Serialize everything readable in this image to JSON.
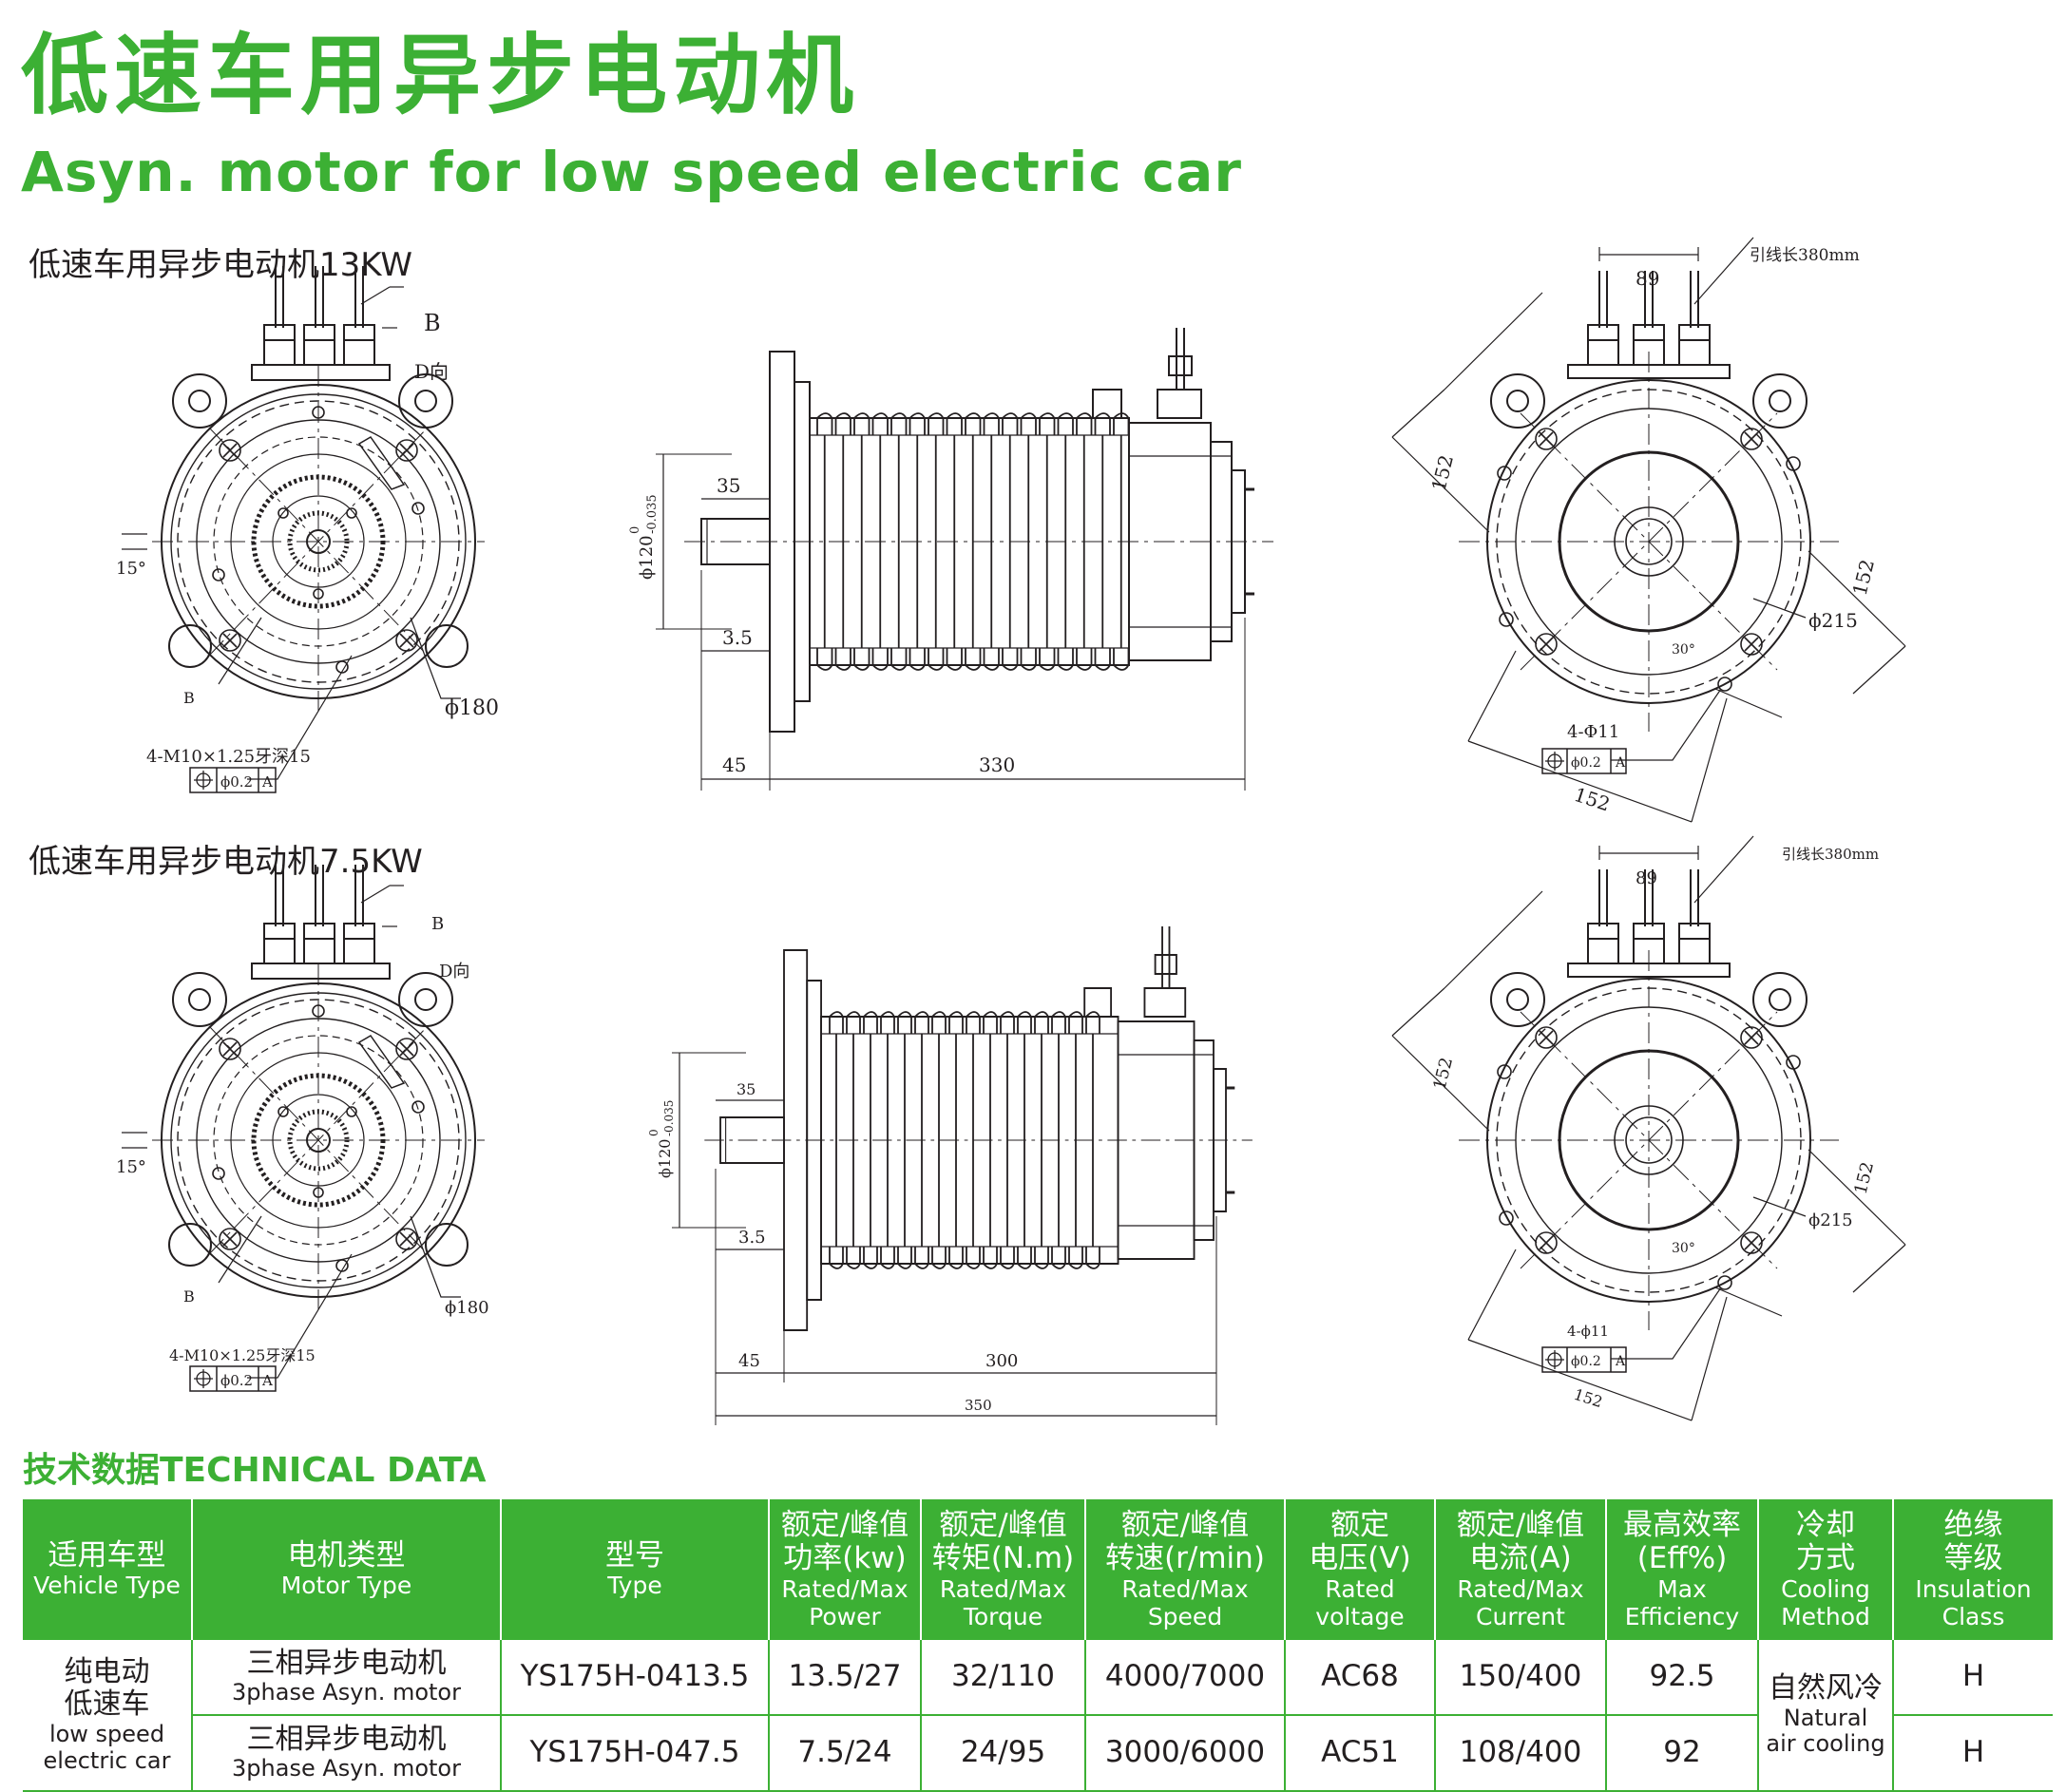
{
  "header": {
    "title_cn": "低速车用异步电动机",
    "title_en": "Asyn. motor for low speed electric car"
  },
  "drawings": {
    "section_13kw": {
      "label": "低速车用异步电动机13KW",
      "front_view": {
        "b_top": "B",
        "b_bottom": "B",
        "d_dir": "D向",
        "angle": "15°",
        "phi": "ϕ180",
        "thread": "4-M10×1.25牙深15",
        "tol_val": "ϕ0.2",
        "tol_ref": "A"
      },
      "side_view": {
        "shaft_len": "35",
        "step": "3.5",
        "dia": "ϕ120",
        "dia_tol_upper": "0",
        "dia_tol_lower": "-0.035",
        "len_shaft": "45",
        "len_body": "330"
      },
      "rear_view": {
        "w89": "89",
        "lead": "引线长380mm",
        "d152a": "152",
        "d152b": "152",
        "d152c": "152",
        "phi215": "ϕ215",
        "angle": "30°",
        "holes": "4-Φ11",
        "tol_val": "ϕ0.2",
        "tol_ref": "A"
      }
    },
    "section_7_5kw": {
      "label": "低速车用异步电动机7.5KW",
      "front_view": {
        "b_top": "B",
        "b_bottom": "B",
        "d_dir": "D向",
        "angle": "15°",
        "phi": "ϕ180",
        "thread": "4-M10×1.25牙深15",
        "tol_val": "ϕ0.2",
        "tol_ref": "A"
      },
      "side_view": {
        "shaft_len": "35",
        "step": "3.5",
        "dia": "ϕ120",
        "dia_tol_upper": "0",
        "dia_tol_lower": "-0.035",
        "len_shaft": "45",
        "len_body": "300",
        "len_total": "350"
      },
      "rear_view": {
        "w89": "89",
        "lead": "引线长380mm",
        "d152a": "152",
        "d152b": "152",
        "d152c": "152",
        "phi215": "ϕ215",
        "angle": "30°",
        "holes": "4-ϕ11",
        "tol_val": "ϕ0.2",
        "tol_ref": "A"
      }
    }
  },
  "tech": {
    "title": "技术数据TECHNICAL DATA",
    "headers": [
      {
        "cn": "适用车型",
        "en": "Vehicle Type"
      },
      {
        "cn": "电机类型",
        "en": "Motor Type"
      },
      {
        "cn": "型号",
        "en": "Type"
      },
      {
        "cn1": "额定/峰值",
        "cn2": "功率(kw)",
        "en1": "Rated/Max",
        "en2": "Power"
      },
      {
        "cn1": "额定/峰值",
        "cn2": "转矩(N.m)",
        "en1": "Rated/Max",
        "en2": "Torque"
      },
      {
        "cn1": "额定/峰值",
        "cn2": "转速(r/min)",
        "en1": "Rated/Max",
        "en2": "Speed"
      },
      {
        "cn1": "额定",
        "cn2": "电压(V)",
        "en1": "Rated",
        "en2": "voltage"
      },
      {
        "cn1": "额定/峰值",
        "cn2": "电流(A)",
        "en1": "Rated/Max",
        "en2": "Current"
      },
      {
        "cn1": "最高效率",
        "cn2": "(Eff%)",
        "en1": "Max",
        "en2": "Efficiency"
      },
      {
        "cn1": "冷却",
        "cn2": "方式",
        "en1": "Cooling",
        "en2": "Method"
      },
      {
        "cn1": "绝缘",
        "cn2": "等级",
        "en1": "Insulation",
        "en2": "Class"
      }
    ],
    "vehicle": {
      "cn1": "纯电动",
      "cn2": "低速车",
      "en1": "low speed",
      "en2": "electric car"
    },
    "cooling": {
      "cn": "自然风冷",
      "en1": "Natural",
      "en2": "air cooling"
    },
    "rows": [
      {
        "motor_cn": "三相异步电动机",
        "motor_en": "3phase Asyn. motor",
        "type": "YS175H-0413.5",
        "power": "13.5/27",
        "torque": "32/110",
        "speed": "4000/7000",
        "voltage": "AC68",
        "current": "150/400",
        "eff": "92.5",
        "insulation": "H"
      },
      {
        "motor_cn": "三相异步电动机",
        "motor_en": "3phase Asyn. motor",
        "type": "YS175H-047.5",
        "power": "7.5/24",
        "torque": "24/95",
        "speed": "3000/6000",
        "voltage": "AC51",
        "current": "108/400",
        "eff": "92",
        "insulation": "H"
      }
    ]
  }
}
